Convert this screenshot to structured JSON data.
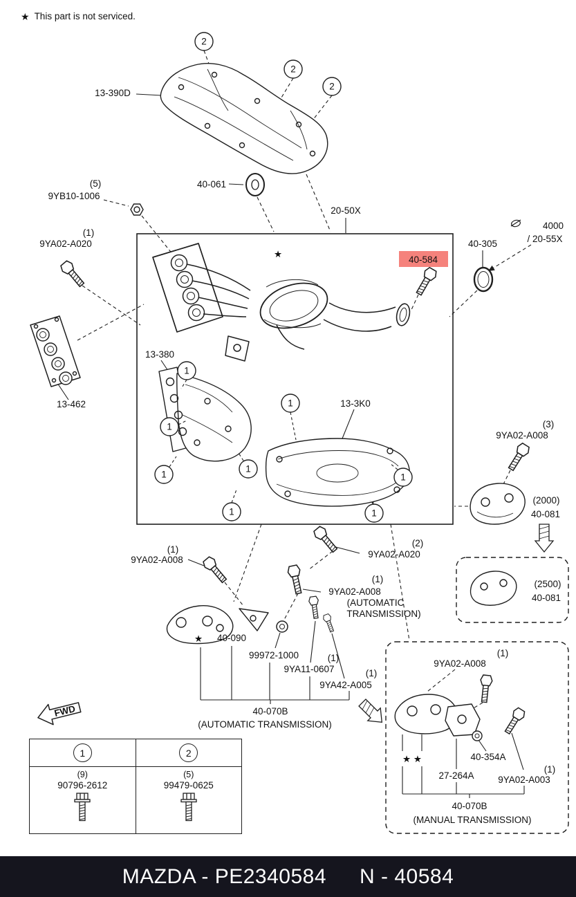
{
  "note": {
    "star": "★",
    "text": "This part is not serviced."
  },
  "colors": {
    "highlight_bg": "#f5827c",
    "footer_bg": "#15151e",
    "line": "#1f1f1f"
  },
  "callout1": "1",
  "callout2": "2",
  "star": "★",
  "double_star": "★ ★",
  "fwd": "FWD",
  "labels": {
    "shield_top": "13-390D",
    "grommet": "40-061",
    "nut": "9YB10-1006",
    "qty5": "(5)",
    "qty1": "(1)",
    "qty2": "(2)",
    "qty3": "(3)",
    "bolt_a020": "9YA02-A020",
    "assy": "20-50X",
    "bolt_hl": "40-584",
    "oring": "40-305",
    "ref4000": "4000",
    "ref2055x": "/ 20-55X",
    "gasket": "13-462",
    "shield_mid": "13-380",
    "shield_low": "13-3K0",
    "bolt_a008": "9YA02-A008",
    "bracket2000_qty": "(2000)",
    "bracket": "40-081",
    "bracket2500_qty": "(2500)",
    "auto_line1": "(AUTOMATIC",
    "auto_line2": "TRANSMISSION)",
    "bracket_eng": "40-090",
    "washer": "99972-1000",
    "bolt_0607": "9YA11-0607",
    "stud_a005": "9YA42-A005",
    "insulator": "40-070B",
    "auto_trans": "(AUTOMATIC TRANSMISSION)",
    "washer_354": "40-354A",
    "bracket_264": "27-264A",
    "bolt_a003": "9YA02-A003",
    "manual_trans": "(MANUAL TRANSMISSION)"
  },
  "table": {
    "col1": {
      "callout": "1",
      "qty": "(9)",
      "part": "90796-2612"
    },
    "col2": {
      "callout": "2",
      "qty": "(5)",
      "part": "99479-0625"
    }
  },
  "footer": {
    "catalog": "MAZDA - PE2340584",
    "part": "N - 40584"
  }
}
